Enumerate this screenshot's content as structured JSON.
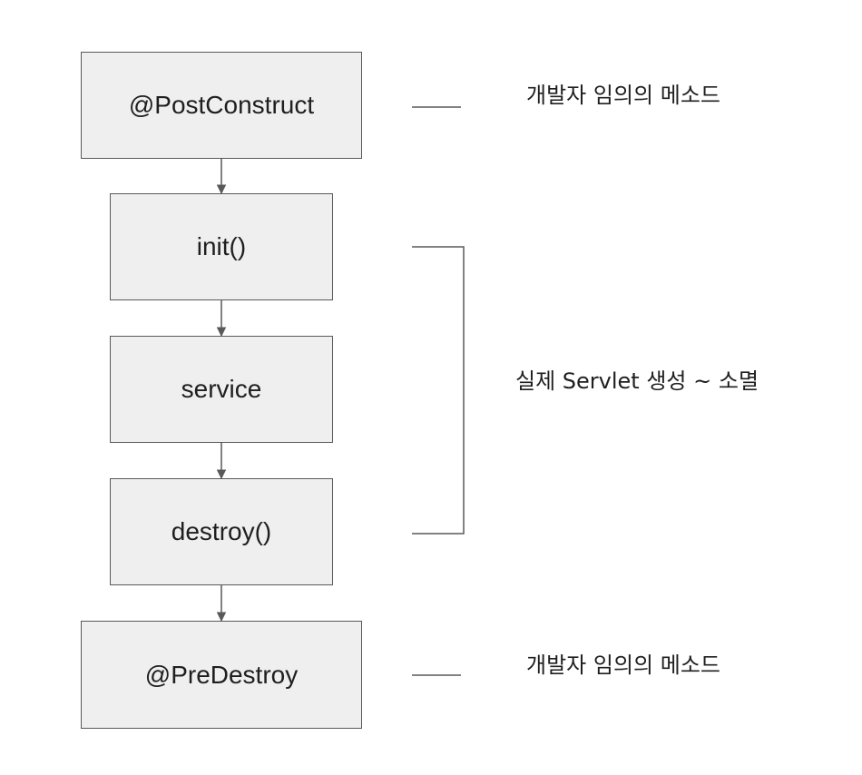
{
  "boxes": {
    "post_construct": "@PostConstruct",
    "init": "init()",
    "service": "service",
    "destroy": "destroy()",
    "pre_destroy": "@PreDestroy"
  },
  "notes": {
    "post_construct_note": "개발자 임의의 메소드",
    "servlet_lifecycle_note": "실제 Servlet 생성 ~ 소멸",
    "pre_destroy_note": "개발자 임의의 메소드"
  },
  "colors": {
    "box_fill": "#efefef",
    "box_border": "#595959",
    "connector": "#595959",
    "text": "#1f1f1f"
  }
}
